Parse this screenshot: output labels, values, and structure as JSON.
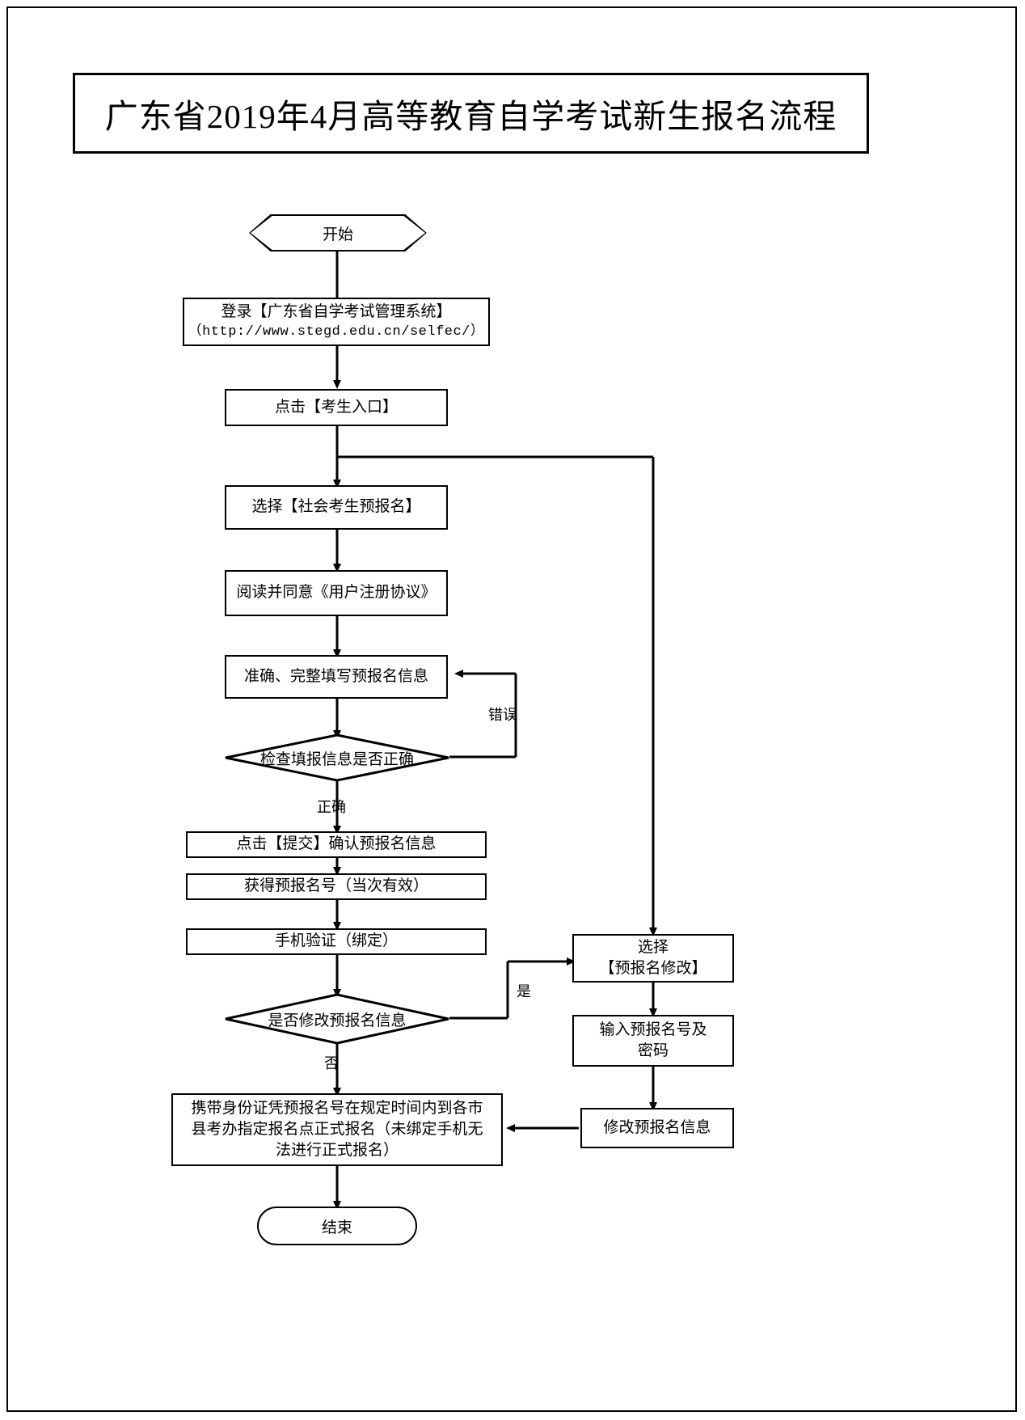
{
  "page": {
    "title": "广东省2019年4月高等教育自学考试新生报名流程"
  },
  "flow": {
    "start": {
      "label": "开始"
    },
    "login": {
      "line1": "登录【广东省自学考试管理系统】",
      "line2": "（http://www.stegd.edu.cn/selfec/）"
    },
    "entry": {
      "label": "点击【考生入口】"
    },
    "select_pre_reg": {
      "label": "选择【社会考生预报名】"
    },
    "agreement": {
      "label": "阅读并同意《用户注册协议》"
    },
    "fill_info": {
      "label": "准确、完整填写预报名信息"
    },
    "check_decision": {
      "label": "检查填报信息是否正确"
    },
    "submit": {
      "label": "点击【提交】确认预报名信息"
    },
    "get_number": {
      "label": "获得预报名号（当次有效）"
    },
    "phone_verify": {
      "label": "手机验证（绑定）"
    },
    "modify_decision": {
      "label": "是否修改预报名信息"
    },
    "final_register": {
      "line1": "携带身份证凭预报名号在规定时间内到各市",
      "line2": "县考办指定报名点正式报名（未绑定手机无",
      "line3": "法进行正式报名）"
    },
    "end": {
      "label": "结束"
    },
    "select_modify": {
      "line1": "选择",
      "line2": "【预报名修改】"
    },
    "input_number": {
      "line1": "输入预报名号及",
      "line2": "密码"
    },
    "do_modify": {
      "label": "修改预报名信息"
    }
  },
  "edge_labels": {
    "error": "错误",
    "correct": "正确",
    "yes": "是",
    "no": "否"
  },
  "colors": {
    "stroke": "#000000",
    "background": "#ffffff"
  }
}
